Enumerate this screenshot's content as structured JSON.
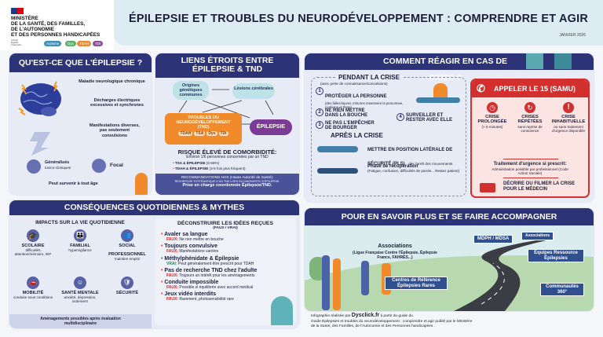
{
  "header": {
    "ministry": [
      "MINISTÈRE",
      "DE LA SANTÉ, DES FAMILLES,",
      "DE L'AUTONOMIE",
      "ET DES PERSONNES HANDICAPÉES"
    ],
    "motto": [
      "Liberté",
      "Égalité",
      "Fraternité"
    ],
    "pills": [
      {
        "label": "Autisme",
        "color": "#3d8fb8"
      },
      {
        "label": "Dys",
        "color": "#5bb06a"
      },
      {
        "label": "TDAH",
        "color": "#f08a2b"
      },
      {
        "label": "TDI",
        "color": "#8a4f9e"
      }
    ],
    "title": "ÉPILEPSIE ET TROUBLES DU NEURODÉVELOPPEMENT : COMPRENDRE ET AGIR",
    "date": "JANVIER 2026"
  },
  "what": {
    "title": "QU'EST-CE QUE L'ÉPILEPSIE ?",
    "facts": [
      "Maladie neurologique chronique",
      "Décharges électriques excessives et synchrones",
      "Manifestations diverses, pas seulement convulsions"
    ],
    "types": [
      {
        "label": "Généralisés",
        "sub": "tonico-cloniques"
      },
      {
        "label": "Focal",
        "sub": ""
      }
    ],
    "footer": "Peut survenir à tout âge"
  },
  "links": {
    "title": [
      "LIENS ÉTROITS ENTRE",
      "ÉPILEPSIE & TND"
    ],
    "node_genetic": "Origines génétiques communes",
    "node_lesions": "Lésions cérébrales",
    "node_tnd": [
      "TROUBLES DU",
      "NEURODÉVELOPPEMENT",
      "(TND)"
    ],
    "tnd_tags": [
      "TDAH",
      "TSA",
      "Dys",
      "TDI"
    ],
    "node_epilepsy": "ÉPILEPSIE",
    "risk_title": "RISQUE ÉLEVÉ DE COMORBIDITÉ:",
    "risk_sub": "Environ 1/6 personnes concernées par un TND",
    "risks": [
      {
        "label": "TSA & ÉPILEPSIE",
        "detail": "(6-68%)"
      },
      {
        "label": "TDAH & ÉPILEPSIE",
        "detail": "(3-5 fois plus fréquent)"
      }
    ],
    "reco": [
      "RECOMMANDATIONS HAS (Haute Autorité de Santé):",
      "RECHERCHE SYSTÉMATIQUE D'UN TND LORS DU DIAGNOSTIC D'ÉPILEPSIE.",
      "Prise en charge coordonnée Épilepsie/TND."
    ]
  },
  "crisis": {
    "title": "COMMENT RÉAGIR EN CAS DE CRISE ?",
    "during_title": "PENDANT LA CRISE",
    "during_sub": "(avec perte de connaissance/convulsions)",
    "steps": [
      {
        "n": "1",
        "label": "PROTÉGER LA PERSONNE",
        "detail": "(des falles/injures o'intores resecteere la personnee, cushions et thete)"
      },
      {
        "n": "2",
        "label": "NE RIEN METTRE DANS LA BOUCHE",
        "detail": ""
      },
      {
        "n": "3",
        "label": "NE PAS L'EMPÊCHER DE BOURGER",
        "detail": ""
      },
      {
        "n": "4",
        "label": "SURVEILLER ET RESTER AVEC ELLE",
        "detail": ""
      }
    ],
    "after_title": "APRÈS LA CRISE",
    "after": [
      {
        "label": "METTRE EN POSITION LATÉRALE DE SÉCURITÉ (PLS)",
        "detail": "dès l'arrêt des mouvements"
      },
      {
        "label": "Phase de récupération",
        "detail": "(Fatigue, confusion, difficultés de parole... Restez patient)"
      }
    ],
    "call": {
      "title": "APPELER LE 15 (SAMU)",
      "cases": [
        {
          "icon": "clock-icon",
          "label": "CRISE PROLONGÉE",
          "detail": "(> 5 minutes)"
        },
        {
          "icon": "repeat-icon",
          "label": "CRISES RÉPÉTÉES",
          "detail": "sans reprise de conscience"
        },
        {
          "icon": "alert-icon",
          "label": "CRISE INHABITUELLE",
          "detail": "ou sans traitement d'urgence disponible"
        }
      ],
      "treatment_title": "Traitement d'urgence si prescrit:",
      "treatment_detail": "Administration possible par professionnel (Code Action Sociale)",
      "film": "DÉCRIRE OU FILMER LA CRISE POUR LE MÉDECIN"
    }
  },
  "consequences": {
    "title": "CONSÉQUENCES QUOTIDIENNES & MYTHES",
    "impacts_title": "IMPACTS SUR LA VIE QUOTIDIENNE",
    "impacts": [
      {
        "icon": "graduation-cap-icon",
        "label": "SCOLAIRE",
        "detail": "difficultés attention/mémoire, IEP"
      },
      {
        "icon": "family-icon",
        "label": "FAMILIAL",
        "detail": "hypervigilance"
      },
      {
        "icon": "group-icon",
        "label": "SOCIAL",
        "detail": ""
      },
      {
        "icon": "",
        "label": "PROFESSIONNEL",
        "detail": "maintien emploi"
      },
      {
        "icon": "car-icon",
        "label": "MOBILITÉ",
        "detail": "conduite sous conditions"
      },
      {
        "icon": "brain-icon",
        "label": "SANTÉ MENTALE",
        "detail": "anxiété, dépression, isolement"
      },
      {
        "icon": "shield-lock-icon",
        "label": "SÉCURITÉ",
        "detail": ""
      }
    ],
    "impacts_footer": "Aménagements possibles après évaluation multidisciplinaire",
    "myths_title": "DÉCONSTRUIRE LES IDÉES REÇUES",
    "myths_sub": "(FAUX / VRAI)",
    "myths": [
      {
        "claim": "Avaler sa langue",
        "verdict": "FAUX:",
        "detail": "Ne rien mettre en bouche"
      },
      {
        "claim": "Toujours convulsive",
        "verdict": "FAUX:",
        "detail": "Manifestations variées"
      },
      {
        "claim": "Méthylphénidate & Épilepsie",
        "verdict": "VRAI:",
        "detail": "Peut généralement être prescrit pour TDAH"
      },
      {
        "claim": "Pas de recherche TND chez l'adulte",
        "verdict": "FAUX:",
        "detail": "Toujours un intérêt pour les aménagements"
      },
      {
        "claim": "Conduite impossible",
        "verdict": "FAUX:",
        "detail": "Possible si équilibrée avec accord médical"
      },
      {
        "claim": "Jeux vidéo interdits",
        "verdict": "FAUX:",
        "detail": "Rarement, photosensibilité rare"
      }
    ]
  },
  "support": {
    "title": "POUR EN SAVOIR PLUS ET SE FAIRE ACCOMPAGNER",
    "associations_title": "Associations",
    "associations_detail": "(Ligue Française Contre l'Épilepsie, Épilepsie France, FAHRES...)",
    "signs": [
      "MDPH / MDSA",
      "Associations",
      "Équipes Ressource Épilepsies",
      "Centres de Référence Épilepsies Rares",
      "Communautés 360°"
    ]
  },
  "footer": {
    "pre": "Infographie réalisée par ",
    "brand": "Dysclick.fr",
    "post": " à partir du guide du",
    "line2": "Guide Épilepsies et troubles du neurodéveloppement : comprendre et agir publié par le Ministère",
    "line3": "de la Santé, des Familles, de l'Autonomie et des Personnes handicapées ."
  }
}
